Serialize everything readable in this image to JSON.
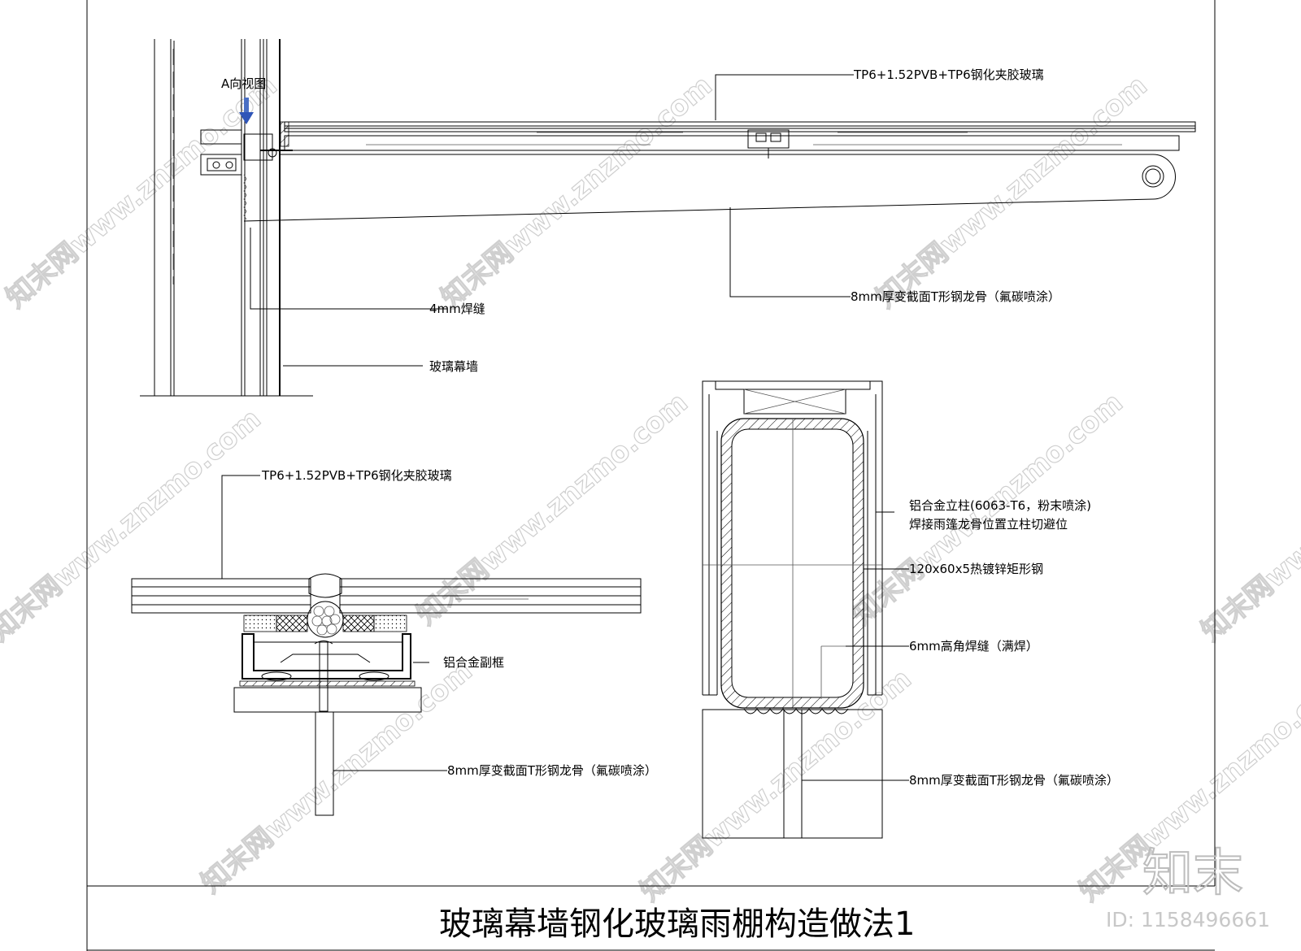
{
  "title": "玻璃幕墙钢化玻璃雨棚构造做法1",
  "labels": {
    "a_view": "A向视图",
    "glass_top": "TP6+1.52PVB+TP6钢化夹胶玻璃",
    "rib_top": "8mm厚变截面T形钢龙骨（氟碳喷涂）",
    "weld_4mm": "4mm焊缝",
    "curtain_wall": "玻璃幕墙",
    "glass_detail": "TP6+1.52PVB+TP6钢化夹胶玻璃",
    "alu_subframe": "铝合金副框",
    "rib_detail_left": "8mm厚变截面T形钢龙骨（氟碳喷涂）",
    "alu_mullion_1": "铝合金立柱(6063-T6，粉末喷涂)",
    "alu_mullion_2": "焊接雨篷龙骨位置立柱切避位",
    "rect_steel": "120x60x5热镀锌矩形钢",
    "fillet_weld": "6mm高角焊缝（满焊）",
    "rib_detail_right": "8mm厚变截面T形钢龙骨（氟碳喷涂）"
  },
  "watermark": {
    "text": "知末网www.znzmo.com",
    "brand": "知末",
    "id": "ID: 1158496661"
  }
}
